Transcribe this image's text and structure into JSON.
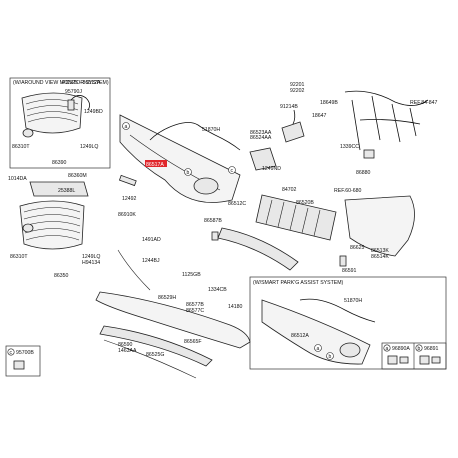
{
  "boxes": {
    "around_view": "(W/AROUND VIEW MONITOR SYSTEM)",
    "smart_park": "(W/SMART PARK'G ASSIST SYSTEM)"
  },
  "refs": {
    "r1": "REF.84-847",
    "r2": "REF.60-680"
  },
  "highlight": "86517A",
  "circles": {
    "a": "a",
    "b": "b",
    "c": "c"
  },
  "inset_labels": {
    "c_part": "95700B",
    "a_part": "96890A",
    "b_part": "96891"
  },
  "labels": {
    "p86512a_top": "PC525 - 86512A",
    "p95790j": "95790J",
    "p1249bd_a": "1249BD",
    "p86310t_a": "86310T",
    "p1249lq_a": "1249LQ",
    "p86390": "86390",
    "p1014da": "1014DA",
    "p86360m": "86360M",
    "p25388l": "25388L",
    "p86310t_b": "86310T",
    "p1249lq_b": "1249LQ",
    "ph94134": "H94134",
    "p86350": "86350",
    "p51870h_a": "51870H",
    "p12492": "12492",
    "p86910k": "86910K",
    "p86523aa": "86523AA",
    "p86524aa": "86524AA",
    "p92201": "92201",
    "p92202": "92202",
    "p91214b": "91214B",
    "p18649b": "18649B",
    "p18647": "18647",
    "p1249nd": "1249ND",
    "p1339cc": "1339CC",
    "p86880": "86880",
    "p84702": "84702",
    "p86520b": "86520B",
    "p86512c": "86512C",
    "p86587b": "86587B",
    "p1491ad": "1491AD",
    "p1244bj": "1244BJ",
    "p1125gb": "1125GB",
    "p1334cb": "1334CB",
    "p86529h": "86529H",
    "p86577b": "86577B",
    "p86577c": "86577C",
    "p14180": "14180",
    "p86565f": "86565F",
    "p86590": "86590",
    "p1463aa": "1463AA",
    "p86525g": "86525G",
    "p86625": "86625",
    "p86513k": "86513K",
    "p86514k": "86514K",
    "p86591": "86591",
    "p51870h_b": "51870H",
    "p86512a_b": "86512A"
  }
}
